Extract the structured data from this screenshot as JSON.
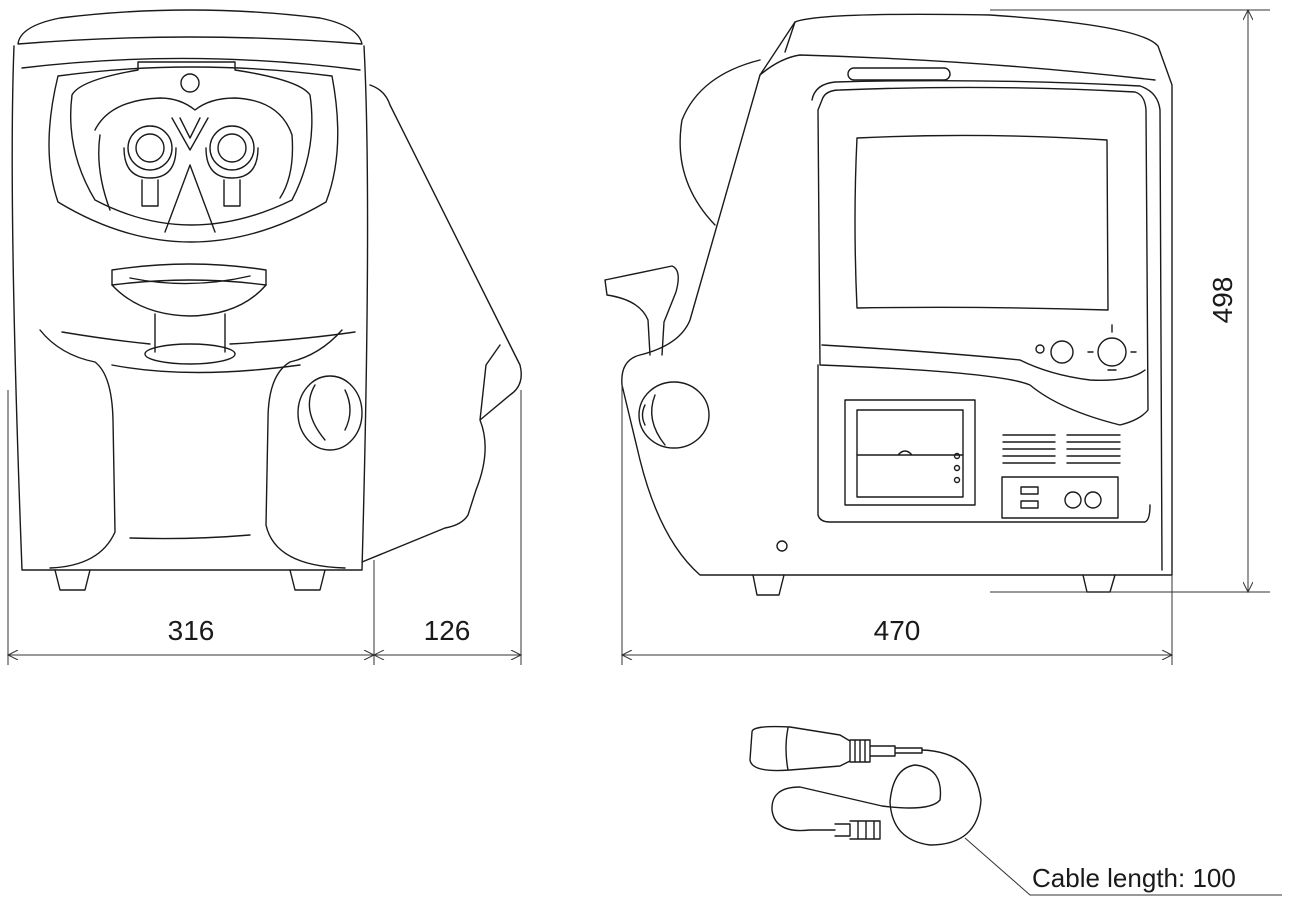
{
  "dimensions": {
    "front_width": "316",
    "side_depth_extension": "126",
    "side_depth": "470",
    "height": "498"
  },
  "cable": {
    "label": "Cable length: 100"
  },
  "colors": {
    "line": "#1a1a1a",
    "background": "#ffffff"
  }
}
